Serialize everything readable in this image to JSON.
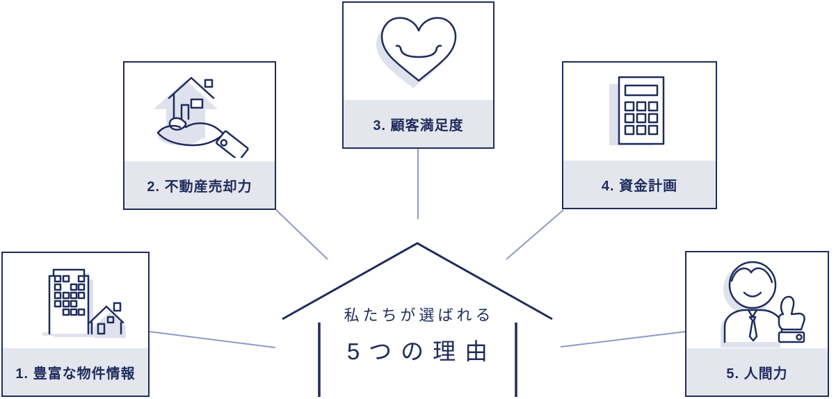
{
  "title": {
    "line1": "私たちが選ばれる",
    "line2": "5つの理由"
  },
  "cards": [
    {
      "number": "1",
      "label": "1. 豊富な物件情報",
      "icon": "buildings-icon"
    },
    {
      "number": "2",
      "label": "2. 不動産売却力",
      "icon": "house-in-hand-icon"
    },
    {
      "number": "3",
      "label": "3. 顧客満足度",
      "icon": "smiling-heart-icon"
    },
    {
      "number": "4",
      "label": "4. 資金計画",
      "icon": "calculator-icon"
    },
    {
      "number": "5",
      "label": "5. 人間力",
      "icon": "person-thumbs-up-icon"
    }
  ],
  "colors": {
    "navy": "#1e2b5b",
    "label_strip": "#e4e6ee",
    "icon_shadow": "#dfe2ec",
    "connector": "#8e99c3",
    "background": "#ffffff"
  }
}
